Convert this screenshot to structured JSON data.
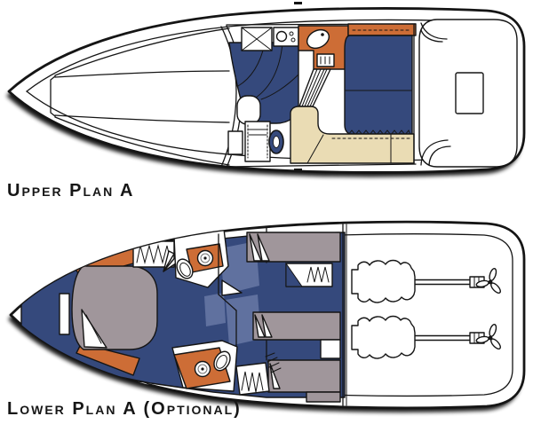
{
  "figure": {
    "background": "#ffffff"
  },
  "palette": {
    "line": "#151515",
    "shadow": "#000000",
    "hull_white": "#ffffff",
    "seat_navy": "#35497c",
    "floor_slate": "#60719f",
    "counter_orange": "#cd6d36",
    "sofa_cream": "#eadcb4",
    "berth_gray": "#a0969b",
    "text": "#161616"
  },
  "plans": [
    {
      "id": "upper",
      "caption": "Upper Plan A"
    },
    {
      "id": "lower",
      "caption": "Lower Plan A (Optional)"
    }
  ]
}
